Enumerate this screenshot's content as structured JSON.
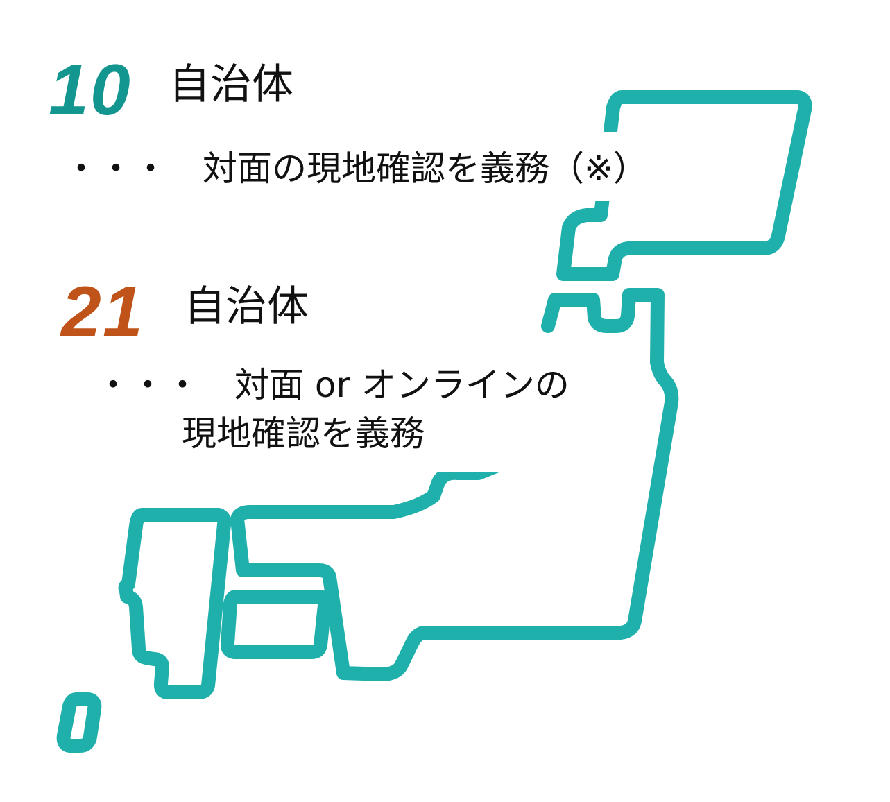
{
  "colors": {
    "map_outline": "#1fb0ab",
    "count_top": "#13968f",
    "count_bottom": "#c0531a",
    "text": "#111111"
  },
  "icons": {
    "map": "japan-map-outline"
  },
  "group1": {
    "count": "10",
    "unit": "自治体",
    "description": "・・・　対面の現地確認を義務（※）"
  },
  "group2": {
    "count": "21",
    "unit": "自治体",
    "description_line1": "・・・　対面 or オンラインの",
    "description_line2": "現地確認を義務"
  }
}
